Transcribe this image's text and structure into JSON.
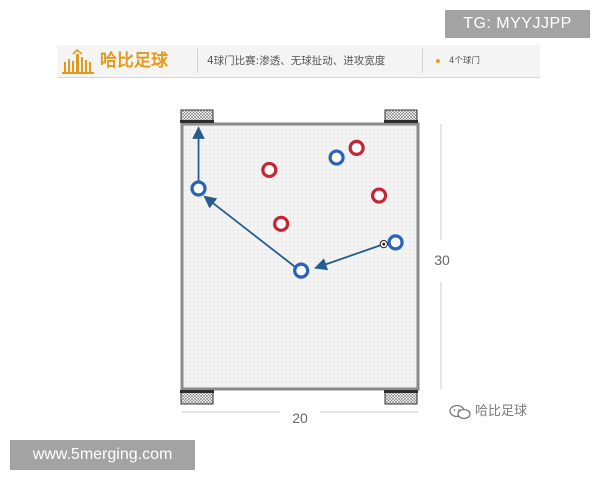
{
  "watermark_top": "TG: MYYJJPP",
  "header": {
    "brand": "哈比足球",
    "title": "4球门比赛:渗透、无球扯动、进攻宽度",
    "note": "4个球门"
  },
  "field": {
    "width_label": "20",
    "height_label": "30",
    "red_players": [
      {
        "x": 7.4,
        "y": 5.2
      },
      {
        "x": 14.8,
        "y": 2.7
      },
      {
        "x": 16.7,
        "y": 8.1
      },
      {
        "x": 8.4,
        "y": 11.3
      }
    ],
    "blue_players": [
      {
        "x": 13.1,
        "y": 3.8
      },
      {
        "x": 1.4,
        "y": 7.3
      },
      {
        "x": 18.1,
        "y": 13.4
      },
      {
        "x": 10.1,
        "y": 16.6
      }
    ],
    "ball": {
      "x": 17.1,
      "y": 13.6
    },
    "movements": [
      {
        "from": [
          17.1,
          13.6
        ],
        "to": [
          11.3,
          16.3
        ]
      },
      {
        "from": [
          9.8,
          16.4
        ],
        "to": [
          1.9,
          8.2
        ]
      },
      {
        "from": [
          1.4,
          6.4
        ],
        "to": [
          1.4,
          0.4
        ]
      }
    ],
    "goals": [
      "top-left",
      "top-right",
      "bottom-left",
      "bottom-right"
    ],
    "colors": {
      "red": "#c62434",
      "blue": "#2a63b5",
      "arrow": "#255d8f",
      "field": "#efefef",
      "border": "#8a8a8a"
    }
  },
  "watermark_bottom": "哈比足球",
  "watermark_site": "www.5merging.com"
}
